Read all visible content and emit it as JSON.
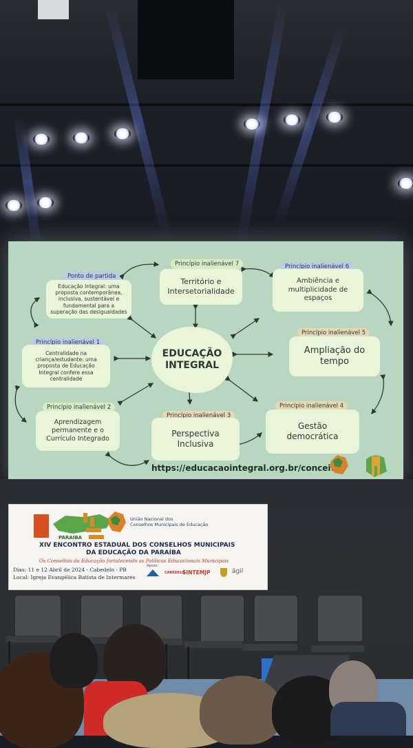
{
  "slide": {
    "center": "EDUCAÇÃO\nINTEGRAL",
    "url": "https://educacaointegral.org.br/conceito/",
    "nodes": [
      {
        "tag": "Ponto de partida",
        "text": "Educação Integral: uma\nproposta contemporânea,\ninclusiva, sustentável e\nfundamental para a\nsuperação das desigualdades"
      },
      {
        "tag": "Princípio inalienável 7",
        "text": "Território e\nIntersetorialidade"
      },
      {
        "tag": "Princípio inalienável 6",
        "text": "Ambiência e\nmultiplicidade de\nespaços"
      },
      {
        "tag": "Princípio inalienável 1",
        "text": "Centralidade na\ncriança/estudante: uma\nproposta de Educação\nIntegral confere essa\ncentralidade"
      },
      {
        "tag": "Princípio inalienável 5",
        "text": "Ampliação do\ntempo"
      },
      {
        "tag": "Princípio inalienável 2",
        "text": "Aprendizagem\npermanente e o\nCurrículo Integrado"
      },
      {
        "tag": "Princípio inalienável 3",
        "text": "Perspectiva\nInclusiva"
      },
      {
        "tag": "Princípio inalienável 4",
        "text": "Gestão\ndemocrática"
      }
    ]
  },
  "banner": {
    "state": "PARAÍBA",
    "org": "União Nacional dos\nConselhos Municipais de Educação",
    "title1": "XIV ENCONTRO ESTADUAL DOS CONSELHOS MUNICIPAIS",
    "title2": "DA EDUCAÇÃO DA PARAÍBA",
    "slogan": "Os Conselhos da Educação fortalecendo as Políticas Educacionais Municipais",
    "dates": "Dias: 11 e 12 Abril de 2024 - Cabedelo - PB",
    "venue": "Local: Igreja Evangélica Batista de Intermares",
    "support": "Apoio:",
    "sponsors": [
      "CABEDELO",
      "SINTEMJP",
      "âgil"
    ]
  },
  "colors": {
    "slide_bg": "#b9d7c0",
    "node_fill": "#e8f5d8",
    "banner_red": "#c0392b"
  }
}
